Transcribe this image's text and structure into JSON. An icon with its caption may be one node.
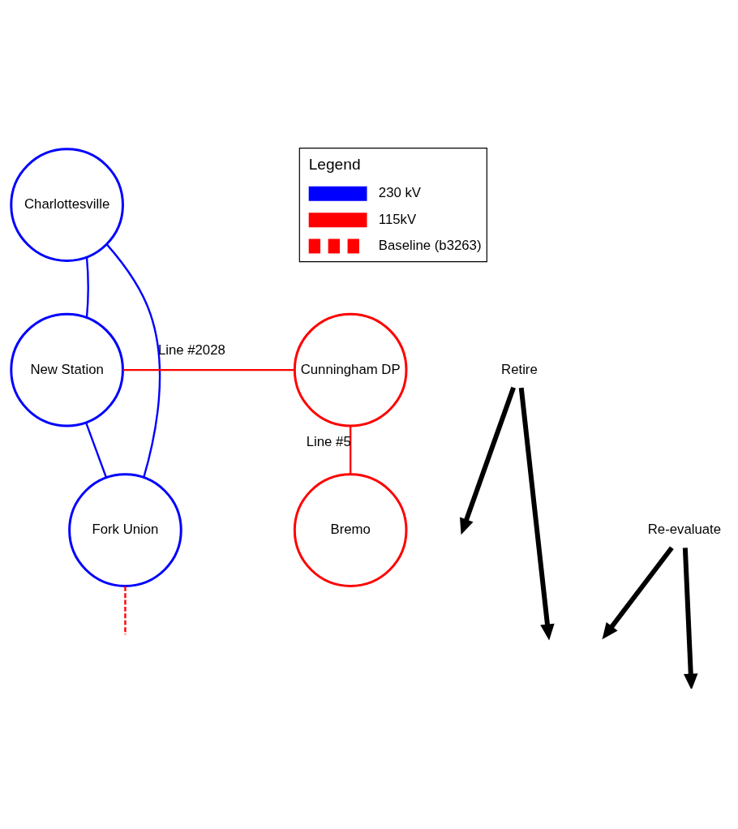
{
  "diagram": {
    "nodes": [
      {
        "text": [
          "Charlottesville"
        ]
      },
      {
        "text": [
          "New Station"
        ]
      },
      {
        "text": [
          "Cunningham DP"
        ]
      },
      {
        "text": [
          "Fork Union"
        ]
      },
      {
        "text": [
          "Bremo"
        ]
      },
      {
        "text": [
          "Retire"
        ]
      },
      {
        "text": [
          "Re-evaluate"
        ]
      }
    ],
    "edges": [
      {
        "from": 0,
        "to": 3,
        "arrow": "none",
        "label": "Line #2028",
        "color": "#0000ff"
      },
      {
        "from": 1,
        "to": 0,
        "arrow": "none",
        "color": "#0000ff"
      },
      {
        "from": 1,
        "to": 3,
        "arrow": "none",
        "color": "#0000ff"
      },
      {
        "from": 1,
        "to": 2,
        "arrow": "none",
        "color": "#ff0000"
      },
      {
        "from": 2,
        "to": 4,
        "arrow": "none",
        "label": "Line #5",
        "color": "#ff0000"
      },
      {
        "from": 3,
        "to": null,
        "arrow": "none",
        "style": "dashed",
        "color": "#ff0000"
      },
      {
        "from": 5,
        "to": null,
        "arrow": "to",
        "style": "thick",
        "color": "#000000"
      },
      {
        "from": 5,
        "to": null,
        "arrow": "to",
        "style": "thick",
        "color": "#000000"
      },
      {
        "from": 6,
        "to": null,
        "arrow": "to",
        "style": "thick",
        "color": "#000000"
      },
      {
        "from": 6,
        "to": null,
        "arrow": "to",
        "style": "thick",
        "color": "#000000"
      }
    ],
    "labels": [
      "Legend"
    ],
    "legend": [
      {
        "text": "230 kV"
      },
      {
        "text": "115kV"
      },
      {
        "text": "Baseline (b3263)"
      }
    ]
  }
}
